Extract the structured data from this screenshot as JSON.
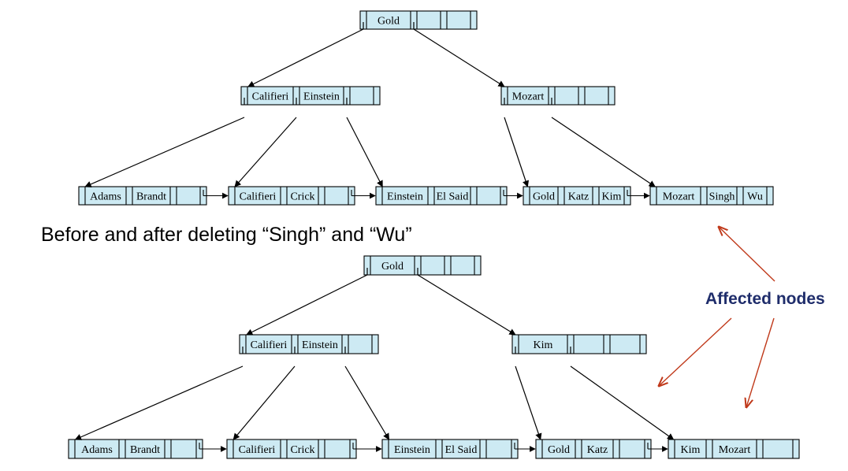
{
  "caption": "Before and after deleting “Singh” and “Wu”",
  "callout": "Affected nodes",
  "colors": {
    "node_fill": "#cdeaf3",
    "node_stroke": "#000000",
    "callout_text": "#1f2d6b",
    "callout_arrow": "#c0391a"
  },
  "before": {
    "root": [
      "Gold"
    ],
    "internal": [
      [
        "Califieri",
        "Einstein"
      ],
      [
        "Mozart"
      ]
    ],
    "leaves": [
      [
        "Adams",
        "Brandt"
      ],
      [
        "Califieri",
        "Crick"
      ],
      [
        "Einstein",
        "El Said"
      ],
      [
        "Gold",
        "Katz",
        "Kim"
      ],
      [
        "Mozart",
        "Singh",
        "Wu"
      ]
    ]
  },
  "after": {
    "root": [
      "Gold"
    ],
    "internal": [
      [
        "Califieri",
        "Einstein"
      ],
      [
        "Kim"
      ]
    ],
    "leaves": [
      [
        "Adams",
        "Brandt"
      ],
      [
        "Califieri",
        "Crick"
      ],
      [
        "Einstein",
        "El Said"
      ],
      [
        "Gold",
        "Katz"
      ],
      [
        "Kim",
        "Mozart"
      ]
    ]
  }
}
